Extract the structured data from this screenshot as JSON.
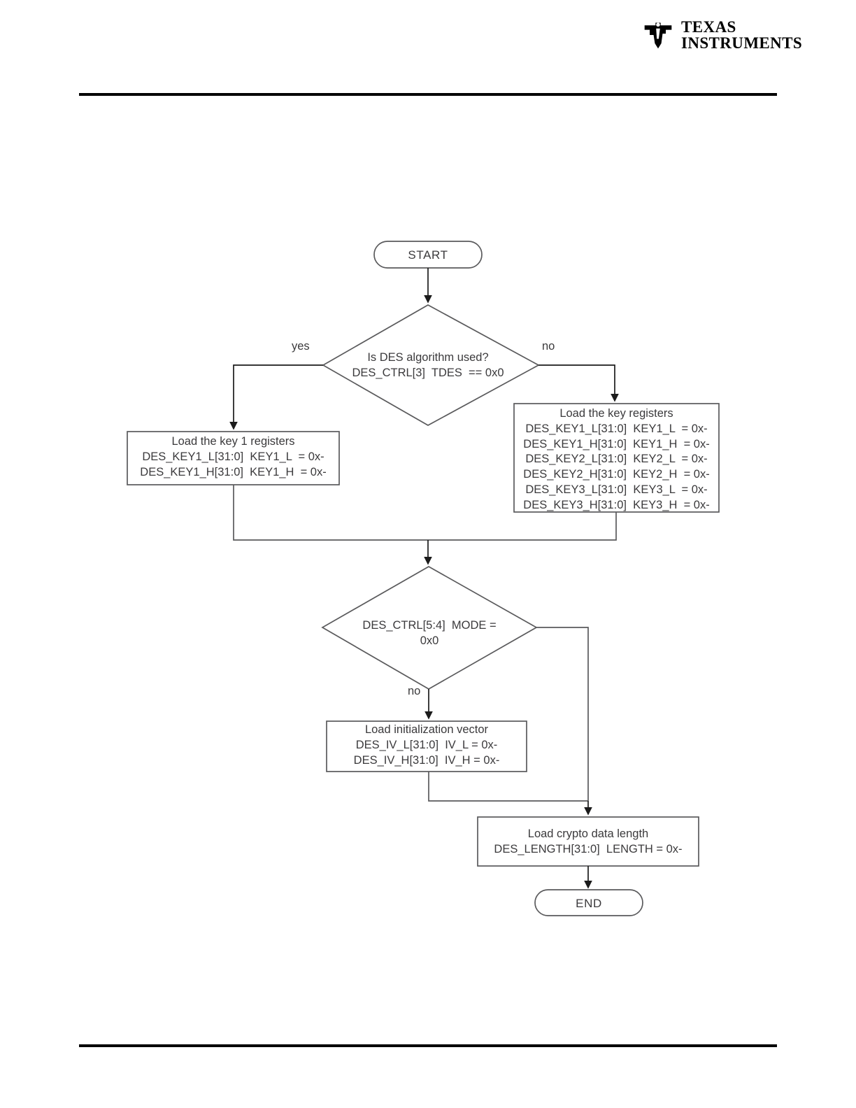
{
  "page": {
    "logo": {
      "name": "texas-instruments-logo",
      "line1": "TEXAS",
      "line2": "INSTRUMENTS"
    },
    "colors": {
      "stroke": "#5a5a5c",
      "text": "#3b3a3c",
      "rule": "#000000",
      "background": "#ffffff"
    }
  },
  "flowchart": {
    "title": "DES algorithm key and parameter loading flow",
    "nodes": [
      {
        "id": "start",
        "type": "terminator",
        "label": "START"
      },
      {
        "id": "decision-des",
        "type": "decision",
        "lines": [
          "Is DES algorithm used?",
          "DES_CTRL[3]  TDES  == 0x0"
        ]
      },
      {
        "id": "load-key1",
        "type": "process",
        "lines": [
          "Load the key 1 registers",
          "DES_KEY1_L[31:0]  KEY1_L  = 0x-",
          "DES_KEY1_H[31:0]  KEY1_H  = 0x-"
        ]
      },
      {
        "id": "load-keys",
        "type": "process",
        "lines": [
          "Load the key registers",
          "DES_KEY1_L[31:0]  KEY1_L  = 0x-",
          "DES_KEY1_H[31:0]  KEY1_H  = 0x-",
          "DES_KEY2_L[31:0]  KEY2_L  = 0x-",
          "DES_KEY2_H[31:0]  KEY2_H  = 0x-",
          "DES_KEY3_L[31:0]  KEY3_L  = 0x-",
          "DES_KEY3_H[31:0]  KEY3_H  = 0x-"
        ]
      },
      {
        "id": "decision-mode",
        "type": "decision",
        "lines": [
          "DES_CTRL[5:4]  MODE =",
          "0x0"
        ]
      },
      {
        "id": "load-iv",
        "type": "process",
        "lines": [
          "Load initialization vector",
          "DES_IV_L[31:0]  IV_L = 0x-",
          "DES_IV_H[31:0]  IV_H = 0x-"
        ]
      },
      {
        "id": "load-length",
        "type": "process",
        "lines": [
          "Load crypto data length",
          "DES_LENGTH[31:0]  LENGTH = 0x-"
        ]
      },
      {
        "id": "end",
        "type": "terminator",
        "label": "END"
      }
    ],
    "edge_labels": {
      "des_yes": "yes",
      "des_no": "no",
      "mode_no": "no"
    }
  }
}
